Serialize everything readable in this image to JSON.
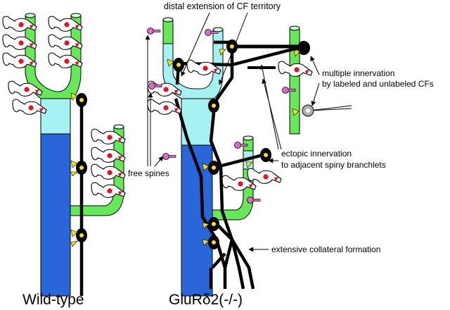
{
  "panels": {
    "wild_type": {
      "caption": "Wild-type"
    },
    "mutant": {
      "caption_prefix": "GluR",
      "caption_symbol": "δ",
      "caption_suffix": "2(-/-)"
    }
  },
  "annotations": {
    "distal_extension": "distal extension of CF territory",
    "free_spines": "free spines",
    "multiple_line1": "multiple innervation",
    "multiple_line2": "by labeled and unlabeled CFs",
    "ectopic_line1": "ectopic innervation",
    "ectopic_line2": "to adjacent spiny branchlets",
    "collateral": "extensive collateral formation"
  },
  "colors": {
    "dendrite_proximal": "#2a66d8",
    "dendrite_territory": "#a6f2f2",
    "dendrite_distal": "#66e85a",
    "climbing_fiber": "#000000",
    "synapse_terminal": "#f5e21e",
    "spine_body": "#ffffff",
    "spine_marker": "#d8182a",
    "free_spine": "#d86fc6",
    "labeled_cf_terminal": "#b0b0b0"
  },
  "icons": {
    "spine": "spine-with-pf-synapse-icon",
    "free_spine": "free-spine-icon",
    "cf_varicosity": "cf-varicosity-icon",
    "arrow": "arrow-icon"
  }
}
